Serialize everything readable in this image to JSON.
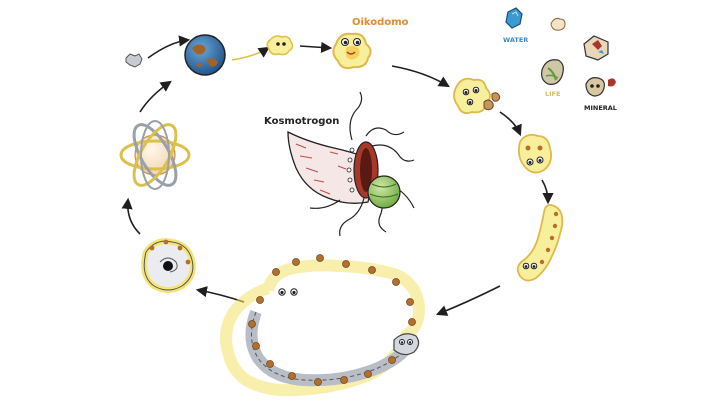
{
  "labels": {
    "oikodomo": "Oikodomo",
    "kosmotrogon": "Kosmotrogon",
    "water": "WATER",
    "life": "LIFE",
    "mineral": "MINERAL"
  },
  "colors": {
    "ink": "#1f1f1f",
    "creature_yellow": "#f3e26a",
    "creature_fill": "#f7ef9c",
    "creature_orange": "#d9a441",
    "planet_blue": "#2f6fa8",
    "planet_brown": "#a4622b",
    "crystal_blue": "#3a9bd4",
    "rock_grey": "#b9bdc6",
    "spot_brown": "#b66f2a",
    "tentacle_red": "#a8382a",
    "leaf_green": "#5f9a3a",
    "label_orange": "#e48a2f",
    "label_blue": "#3a88c9",
    "label_yellow": "#d9c24b",
    "label_ink": "#222222"
  },
  "icons": [
    "cycle-arrow-icon",
    "planet-icon",
    "atom-icon",
    "water-crystal-icon",
    "life-leaf-icon",
    "mineral-rock-icon",
    "creature-eyes-icon",
    "black-hole-icon"
  ]
}
